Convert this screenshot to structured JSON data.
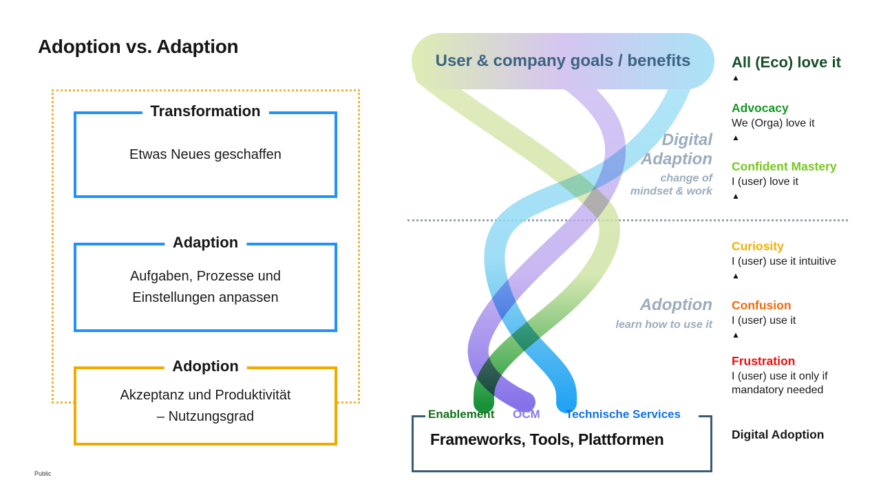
{
  "slide": {
    "title": "Adoption vs. Adaption",
    "footer": "Public"
  },
  "colors": {
    "blue_box": "#2191fb",
    "yellow_box": "#f0ab00",
    "frame_dotted": "#f0b32e",
    "banner_text": "#3d6383",
    "annotation_gray": "#9bacbe",
    "bracket": "#3a5a74"
  },
  "left_panel": {
    "boxes": [
      {
        "label": "Transformation",
        "body": "Etwas Neues geschaffen"
      },
      {
        "label": "Adaption",
        "body": "Aufgaben, Prozesse und\nEinstellungen anpassen"
      },
      {
        "label": "Adoption",
        "body": "Akzeptanz und Produktivität\n– Nutzungsgrad"
      }
    ]
  },
  "diagram": {
    "banner_label": "User & company goals / benefits",
    "annotations": [
      {
        "title": "Digital\nAdaption",
        "subtitle": "change of\nmindset & work"
      },
      {
        "title": "Adoption",
        "subtitle": "learn how to use it"
      }
    ],
    "ribbons": [
      {
        "label": "Enablement",
        "label_color": "#127019",
        "ribbon_color": "#1f9434"
      },
      {
        "label": "OCM",
        "label_color": "#8b79ea",
        "ribbon_color": "#8672e8"
      },
      {
        "label": "Technische Services",
        "label_color": "#1271dd",
        "ribbon_color": "#23a3f4"
      }
    ],
    "foundation_label": "Frameworks, Tools, Plattformen"
  },
  "stages": [
    {
      "title": "All (Eco) love it",
      "color": "#174e2b",
      "subtitle": ""
    },
    {
      "title": "Advocacy",
      "color": "#149622",
      "subtitle": "We (Orga) love it"
    },
    {
      "title": "Confident Mastery",
      "color": "#76c81e",
      "subtitle": "I (user) love it"
    },
    {
      "title": "Curiosity",
      "color": "#f3b000",
      "subtitle": "I (user) use it intuitive"
    },
    {
      "title": "Confusion",
      "color": "#f56a0a",
      "subtitle": "I (user) use it"
    },
    {
      "title": "Frustration",
      "color": "#f20d0d",
      "subtitle": "I (user) use it only if\nmandatory needed"
    },
    {
      "title": "Digital Adoption",
      "color": "#1a1a1a",
      "subtitle": ""
    }
  ],
  "icons": {
    "up_arrow": "▲"
  }
}
